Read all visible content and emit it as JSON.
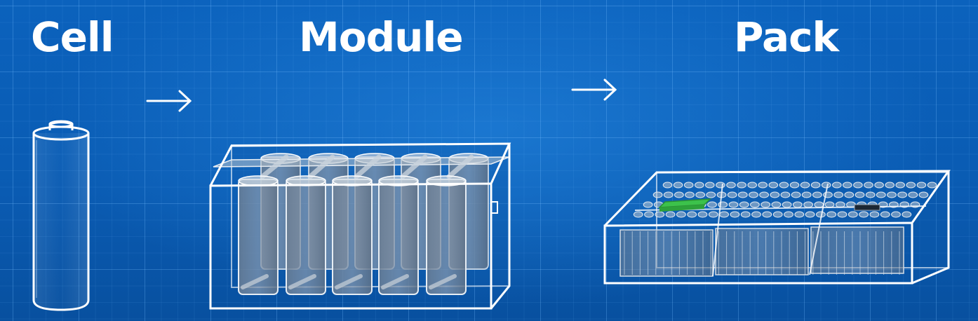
{
  "labels": {
    "cell": "Cell",
    "module": "Module",
    "pack": "Pack"
  },
  "icons": {
    "arrow_1": "right-arrow-icon",
    "arrow_2": "right-arrow-icon"
  },
  "colors": {
    "background": "#0a5fb8",
    "line": "#ffffff",
    "highlight_board": "#36c24a"
  }
}
